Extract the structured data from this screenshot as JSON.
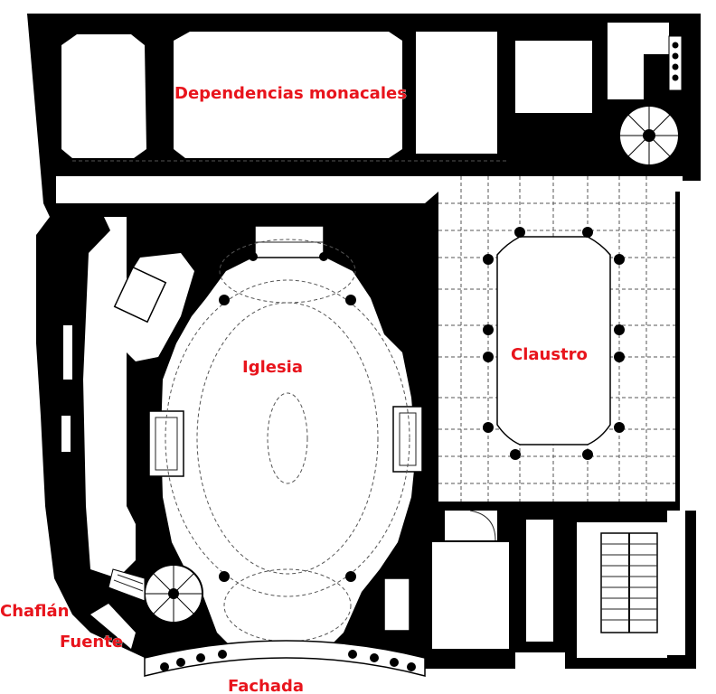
{
  "labels": {
    "dependencias": "Dependencias monacales",
    "iglesia": "Iglesia",
    "claustro": "Claustro",
    "chaflan": "Chaflán",
    "fuente": "Fuente",
    "fachada": "Fachada"
  },
  "colors": {
    "label": "#e8141c",
    "wall": "#000000",
    "background": "#ffffff"
  }
}
